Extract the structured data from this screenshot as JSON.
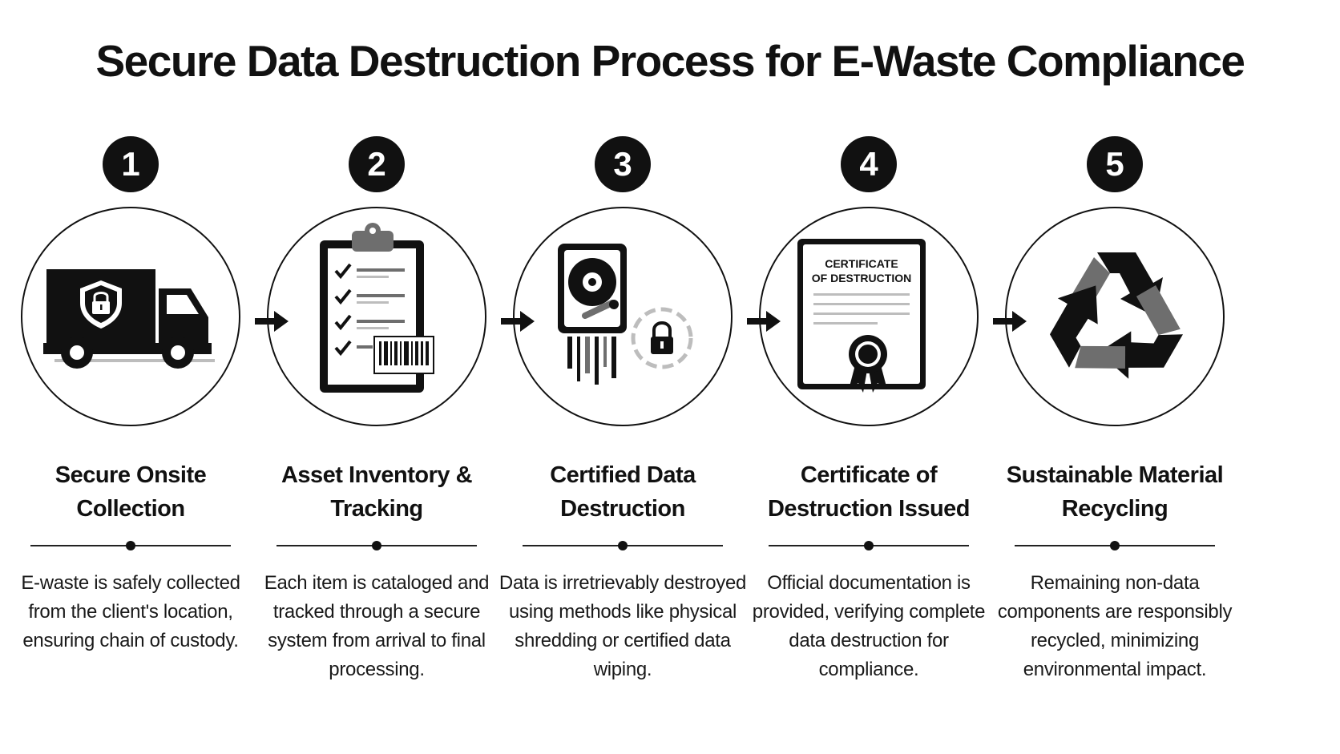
{
  "title": "Secure Data Destruction Process for E-Waste Compliance",
  "steps": [
    {
      "number": "1",
      "title": "Secure Onsite Collection",
      "description": "E-waste is safely collected from the client's location, ensuring chain of custody.",
      "icon": "truck-with-lock-icon"
    },
    {
      "number": "2",
      "title": "Asset Inventory & Tracking",
      "description": "Each item is cataloged and tracked through a secure system from arrival to final processing.",
      "icon": "clipboard-checklist-barcode-icon"
    },
    {
      "number": "3",
      "title": "Certified Data Destruction",
      "description": "Data is irretrievably destroyed using methods like physical shredding or certified data wiping.",
      "icon": "shredded-hard-drive-lock-icon"
    },
    {
      "number": "4",
      "title": "Certificate of Destruction Issued",
      "description": "Official documentation is provided, verifying complete data destruction for compliance.",
      "icon": "certificate-ribbon-icon",
      "certificate_text": [
        "CERTIFICATE",
        "OF DESTRUCTION"
      ]
    },
    {
      "number": "5",
      "title": "Sustainable Material Recycling",
      "description": "Remaining non-data components are responsibly recycled, minimizing environmental impact.",
      "icon": "recycle-icon"
    }
  ],
  "colors": {
    "ink": "#111111",
    "mid_gray": "#6e6e6e",
    "light_gray": "#bdbdbd",
    "background": "#ffffff"
  }
}
